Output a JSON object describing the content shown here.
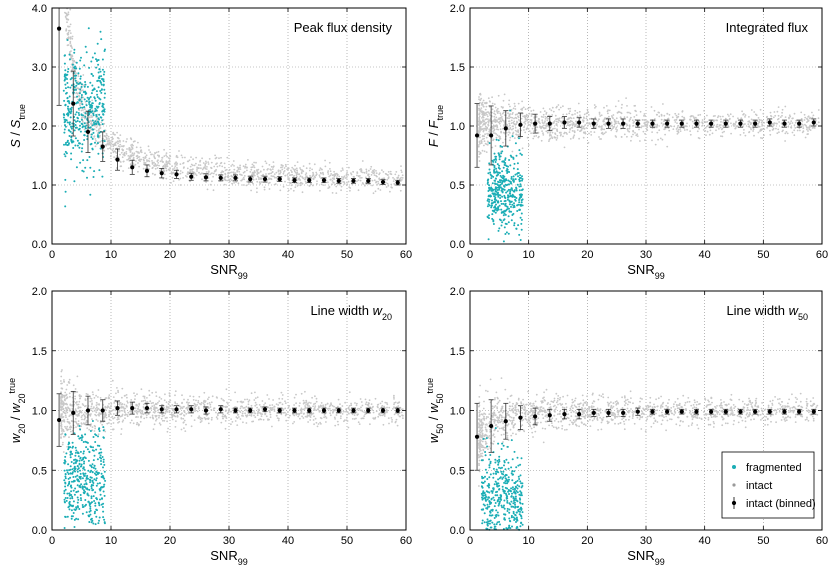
{
  "chart_data": [
    {
      "type": "scatter",
      "title": "Peak flux density",
      "xlabel": "SNR99",
      "ylabel": "S / S_true",
      "xlim": [
        0,
        60
      ],
      "ylim": [
        0,
        4
      ],
      "xticks": [
        0,
        10,
        20,
        30,
        40,
        50,
        60
      ],
      "yticks": [
        0.0,
        1.0,
        2.0,
        3.0,
        4.0
      ],
      "ytick_decimals": 1,
      "grid": true,
      "cloud": {
        "trend_a": 1.05,
        "trend_b": 7.5,
        "trend_c": 0.6,
        "spread": 0.09
      },
      "frag_cloud": {
        "x_range": [
          2,
          9
        ],
        "y_center": 2.3,
        "spread": 0.5
      },
      "binned": {
        "x": [
          1.2,
          3.6,
          6.1,
          8.6,
          11.1,
          13.6,
          16.1,
          18.6,
          21.1,
          23.6,
          26.1,
          28.6,
          31.1,
          33.6,
          36.1,
          38.6,
          41.1,
          43.6,
          46.1,
          48.6,
          51.1,
          53.6,
          56.1,
          58.6
        ],
        "y": [
          3.65,
          2.38,
          1.9,
          1.65,
          1.43,
          1.3,
          1.24,
          1.2,
          1.18,
          1.14,
          1.13,
          1.12,
          1.12,
          1.1,
          1.1,
          1.1,
          1.08,
          1.08,
          1.08,
          1.07,
          1.07,
          1.07,
          1.05,
          1.04
        ],
        "err": [
          1.3,
          0.55,
          0.35,
          0.25,
          0.18,
          0.12,
          0.1,
          0.08,
          0.07,
          0.06,
          0.06,
          0.05,
          0.05,
          0.05,
          0.05,
          0.04,
          0.04,
          0.04,
          0.04,
          0.04,
          0.04,
          0.04,
          0.04,
          0.04
        ]
      }
    },
    {
      "type": "scatter",
      "title": "Integrated flux",
      "xlabel": "SNR99",
      "ylabel": "F / F_true",
      "xlim": [
        0,
        60
      ],
      "ylim": [
        0,
        2
      ],
      "xticks": [
        0,
        10,
        20,
        30,
        40,
        50,
        60
      ],
      "yticks": [
        0.0,
        0.5,
        1.0,
        1.5,
        2.0
      ],
      "ytick_decimals": 1,
      "grid": true,
      "cloud": {
        "trend_a": 1.02,
        "trend_b": 0,
        "trend_c": 0.6,
        "spread": 0.05
      },
      "frag_cloud": {
        "x_range": [
          3,
          9
        ],
        "y_center": 0.45,
        "spread": 0.18
      },
      "binned": {
        "x": [
          1.2,
          3.6,
          6.1,
          8.6,
          11.1,
          13.6,
          16.1,
          18.6,
          21.1,
          23.6,
          26.1,
          28.6,
          31.1,
          33.6,
          36.1,
          38.6,
          41.1,
          43.6,
          46.1,
          48.6,
          51.1,
          53.6,
          56.1,
          58.6
        ],
        "y": [
          0.92,
          0.92,
          0.98,
          1.01,
          1.02,
          1.02,
          1.03,
          1.03,
          1.02,
          1.02,
          1.02,
          1.02,
          1.02,
          1.02,
          1.02,
          1.02,
          1.02,
          1.02,
          1.02,
          1.02,
          1.03,
          1.02,
          1.02,
          1.03
        ],
        "err": [
          0.27,
          0.25,
          0.15,
          0.1,
          0.08,
          0.06,
          0.05,
          0.04,
          0.04,
          0.04,
          0.04,
          0.03,
          0.03,
          0.03,
          0.03,
          0.03,
          0.03,
          0.03,
          0.03,
          0.03,
          0.03,
          0.03,
          0.03,
          0.03
        ]
      }
    },
    {
      "type": "scatter",
      "title": "Line width w20",
      "xlabel": "SNR99",
      "ylabel": "w20 / w20_true",
      "xlim": [
        0,
        60
      ],
      "ylim": [
        0,
        2
      ],
      "xticks": [
        0,
        10,
        20,
        30,
        40,
        50,
        60
      ],
      "yticks": [
        0.0,
        0.5,
        1.0,
        1.5,
        2.0
      ],
      "ytick_decimals": 1,
      "grid": true,
      "cloud": {
        "trend_a": 1.0,
        "trend_b": 0,
        "trend_c": 0.6,
        "spread": 0.05
      },
      "frag_cloud": {
        "x_range": [
          2,
          9
        ],
        "y_center": 0.42,
        "spread": 0.2
      },
      "binned": {
        "x": [
          1.2,
          3.6,
          6.1,
          8.6,
          11.1,
          13.6,
          16.1,
          18.6,
          21.1,
          23.6,
          26.1,
          28.6,
          31.1,
          33.6,
          36.1,
          38.6,
          41.1,
          43.6,
          46.1,
          48.6,
          51.1,
          53.6,
          56.1,
          58.6
        ],
        "y": [
          0.92,
          0.98,
          1.0,
          1.0,
          1.02,
          1.02,
          1.02,
          1.01,
          1.01,
          1.01,
          1.0,
          1.01,
          1.0,
          1.0,
          1.01,
          1.0,
          1.0,
          1.0,
          1.0,
          1.0,
          1.0,
          1.0,
          1.0,
          1.0
        ],
        "err": [
          0.22,
          0.18,
          0.12,
          0.09,
          0.06,
          0.05,
          0.04,
          0.03,
          0.03,
          0.03,
          0.03,
          0.03,
          0.02,
          0.02,
          0.02,
          0.02,
          0.02,
          0.02,
          0.02,
          0.02,
          0.02,
          0.02,
          0.02,
          0.02
        ]
      }
    },
    {
      "type": "scatter",
      "title": "Line width w50",
      "xlabel": "SNR99",
      "ylabel": "w50 / w50_true",
      "xlim": [
        0,
        60
      ],
      "ylim": [
        0,
        2
      ],
      "xticks": [
        0,
        10,
        20,
        30,
        40,
        50,
        60
      ],
      "yticks": [
        0.0,
        0.5,
        1.0,
        1.5,
        2.0
      ],
      "ytick_decimals": 1,
      "grid": true,
      "cloud": {
        "trend_a": 1.0,
        "trend_b": -0.55,
        "trend_c": 0.3,
        "spread": 0.05
      },
      "frag_cloud": {
        "x_range": [
          2,
          9
        ],
        "y_center": 0.28,
        "spread": 0.18
      },
      "binned": {
        "x": [
          1.2,
          3.6,
          6.1,
          8.6,
          11.1,
          13.6,
          16.1,
          18.6,
          21.1,
          23.6,
          26.1,
          28.6,
          31.1,
          33.6,
          36.1,
          38.6,
          41.1,
          43.6,
          46.1,
          48.6,
          51.1,
          53.6,
          56.1,
          58.6
        ],
        "y": [
          0.78,
          0.87,
          0.91,
          0.94,
          0.95,
          0.96,
          0.97,
          0.97,
          0.98,
          0.98,
          0.98,
          0.99,
          0.99,
          0.99,
          0.99,
          0.99,
          0.99,
          0.99,
          0.99,
          0.99,
          0.99,
          0.99,
          0.99,
          0.99
        ],
        "err": [
          0.28,
          0.22,
          0.15,
          0.1,
          0.07,
          0.05,
          0.04,
          0.04,
          0.03,
          0.03,
          0.03,
          0.03,
          0.02,
          0.02,
          0.02,
          0.02,
          0.02,
          0.02,
          0.02,
          0.02,
          0.02,
          0.02,
          0.02,
          0.02
        ]
      },
      "legend": {
        "placement": "bottom-right",
        "entries": [
          "fragmented",
          "intact",
          "intact (binned)"
        ]
      }
    }
  ],
  "colors": {
    "fragmented": "#1aadb5",
    "intact": "#c8c8c8",
    "binned": "#000000",
    "grid": "#8a8a8a"
  }
}
